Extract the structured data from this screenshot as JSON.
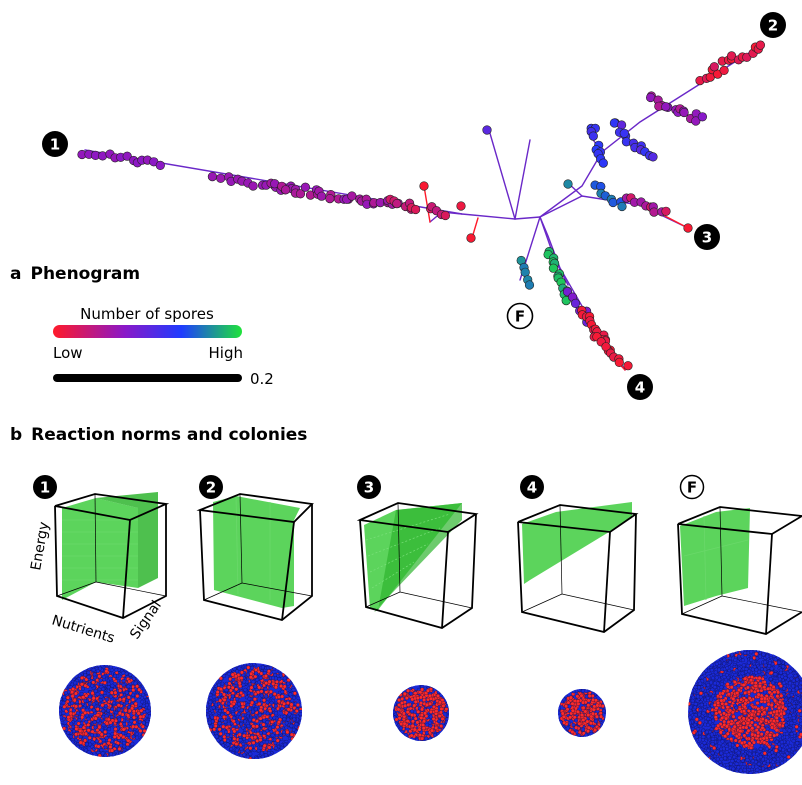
{
  "panel_a": {
    "letter": "a",
    "title": "Phenogram",
    "legend": {
      "title": "Number of spores",
      "low_label": "Low",
      "high_label": "High",
      "gradient_colors": [
        "#ff1a2a",
        "#8a18c8",
        "#1f3cff",
        "#1fe33a"
      ],
      "scale_value": "0.2"
    },
    "tip_labels": [
      "1",
      "2",
      "3",
      "4",
      "F"
    ]
  },
  "panel_b": {
    "letter": "b",
    "title": "Reaction norms and colonies",
    "cube_labels": [
      "1",
      "2",
      "3",
      "4",
      "F"
    ],
    "axis_labels": {
      "z": "Energy",
      "x": "Nutrients",
      "y": "Signal"
    }
  },
  "colors": {
    "branch": "#6a28c8",
    "low": "#ff1a2a",
    "high": "#1fe33a",
    "plane": "#33c233",
    "cell_red": "#ff2a2a",
    "cell_blue": "#1a2ad8"
  }
}
